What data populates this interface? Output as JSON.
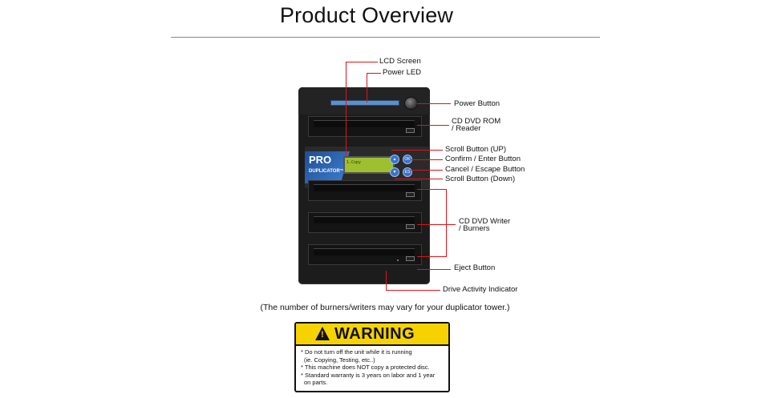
{
  "title": "Product Overview",
  "device": {
    "brand_line1": "PRO",
    "brand_line2": "DUPLICATOR™",
    "lcd_text": "1.Copy"
  },
  "labels": {
    "lcd_screen": "LCD Screen",
    "power_led": "Power LED",
    "power_button": "Power Button",
    "reader_line1": "CD DVD ROM",
    "reader_line2": "/ Reader",
    "scroll_up": "Scroll Button (UP)",
    "confirm": "Confirm / Enter Button",
    "cancel": "Cancel / Escape Button",
    "scroll_down": "Scroll Button (Down)",
    "writer_line1": "CD DVD Writer",
    "writer_line2": "/ Burners",
    "eject": "Eject Button",
    "activity": "Drive Activity Indicator"
  },
  "caption": "(The number of burners/writers may vary for your duplicator tower.)",
  "warning": {
    "title": "WARNING",
    "lines": [
      "* Do not turn off the unit while it is running",
      "  (ie. Copying, Testing, etc..)",
      "* This machine does NOT copy a protected disc.",
      "* Standard warranty is 3 years on labor and 1 year",
      "  on parts."
    ]
  },
  "colors": {
    "leader": "#d9161a",
    "warning_bg": "#f6d300",
    "badge": "#2f68b8"
  }
}
